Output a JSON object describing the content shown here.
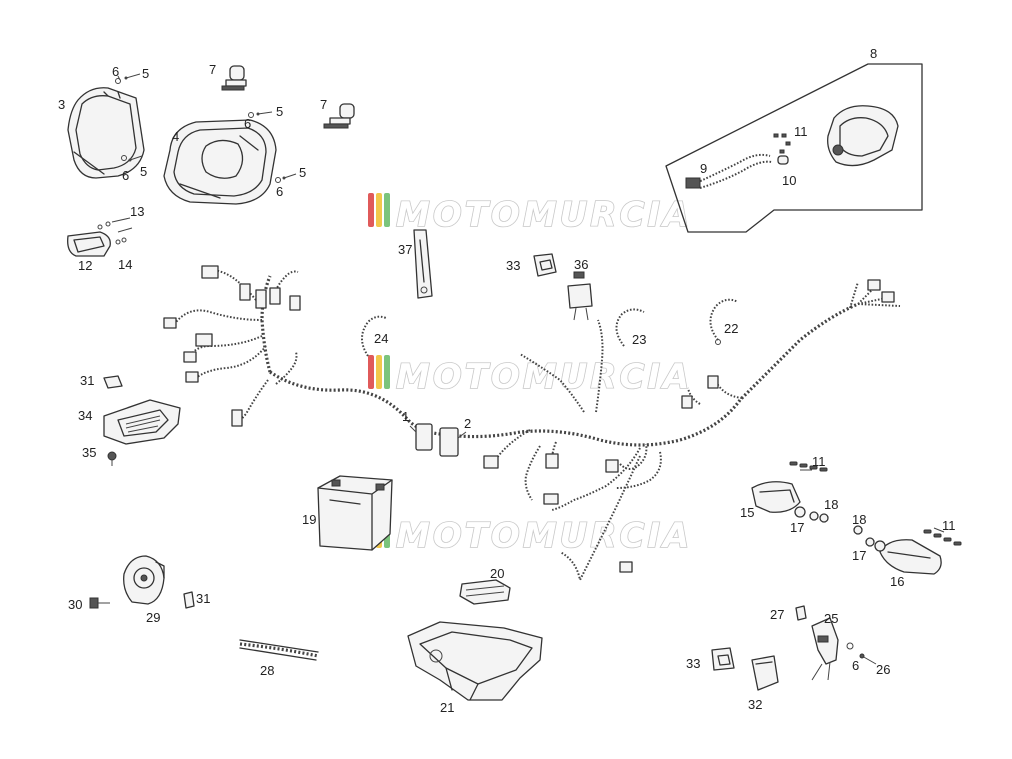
{
  "watermark": {
    "text": "MOTOMURCIA",
    "colors": [
      "#e05a5a",
      "#f2c84b",
      "#7cc47c"
    ]
  },
  "callouts": [
    {
      "id": "n1",
      "text": "1"
    },
    {
      "id": "n2",
      "text": "2"
    },
    {
      "id": "n3",
      "text": "3"
    },
    {
      "id": "n4",
      "text": "4"
    },
    {
      "id": "n5a",
      "text": "5"
    },
    {
      "id": "n5b",
      "text": "5"
    },
    {
      "id": "n5c",
      "text": "5"
    },
    {
      "id": "n5d",
      "text": "5"
    },
    {
      "id": "n6a",
      "text": "6"
    },
    {
      "id": "n6b",
      "text": "6"
    },
    {
      "id": "n6c",
      "text": "6"
    },
    {
      "id": "n6d",
      "text": "6"
    },
    {
      "id": "n6e",
      "text": "6"
    },
    {
      "id": "n7a",
      "text": "7"
    },
    {
      "id": "n7b",
      "text": "7"
    },
    {
      "id": "n8",
      "text": "8"
    },
    {
      "id": "n9",
      "text": "9"
    },
    {
      "id": "n10",
      "text": "10"
    },
    {
      "id": "n11a",
      "text": "11"
    },
    {
      "id": "n11b",
      "text": "11"
    },
    {
      "id": "n11c",
      "text": "11"
    },
    {
      "id": "n12",
      "text": "12"
    },
    {
      "id": "n13",
      "text": "13"
    },
    {
      "id": "n14",
      "text": "14"
    },
    {
      "id": "n15",
      "text": "15"
    },
    {
      "id": "n16",
      "text": "16"
    },
    {
      "id": "n17a",
      "text": "17"
    },
    {
      "id": "n17b",
      "text": "17"
    },
    {
      "id": "n18a",
      "text": "18"
    },
    {
      "id": "n18b",
      "text": "18"
    },
    {
      "id": "n19",
      "text": "19"
    },
    {
      "id": "n20",
      "text": "20"
    },
    {
      "id": "n21",
      "text": "21"
    },
    {
      "id": "n22",
      "text": "22"
    },
    {
      "id": "n23",
      "text": "23"
    },
    {
      "id": "n24",
      "text": "24"
    },
    {
      "id": "n25",
      "text": "25"
    },
    {
      "id": "n26",
      "text": "26"
    },
    {
      "id": "n27",
      "text": "27"
    },
    {
      "id": "n28",
      "text": "28"
    },
    {
      "id": "n29",
      "text": "29"
    },
    {
      "id": "n30",
      "text": "30"
    },
    {
      "id": "n31a",
      "text": "31"
    },
    {
      "id": "n31b",
      "text": "31"
    },
    {
      "id": "n32",
      "text": "32"
    },
    {
      "id": "n33a",
      "text": "33"
    },
    {
      "id": "n33b",
      "text": "33"
    },
    {
      "id": "n34",
      "text": "34"
    },
    {
      "id": "n35",
      "text": "35"
    },
    {
      "id": "n36",
      "text": "36"
    },
    {
      "id": "n37",
      "text": "37"
    }
  ]
}
